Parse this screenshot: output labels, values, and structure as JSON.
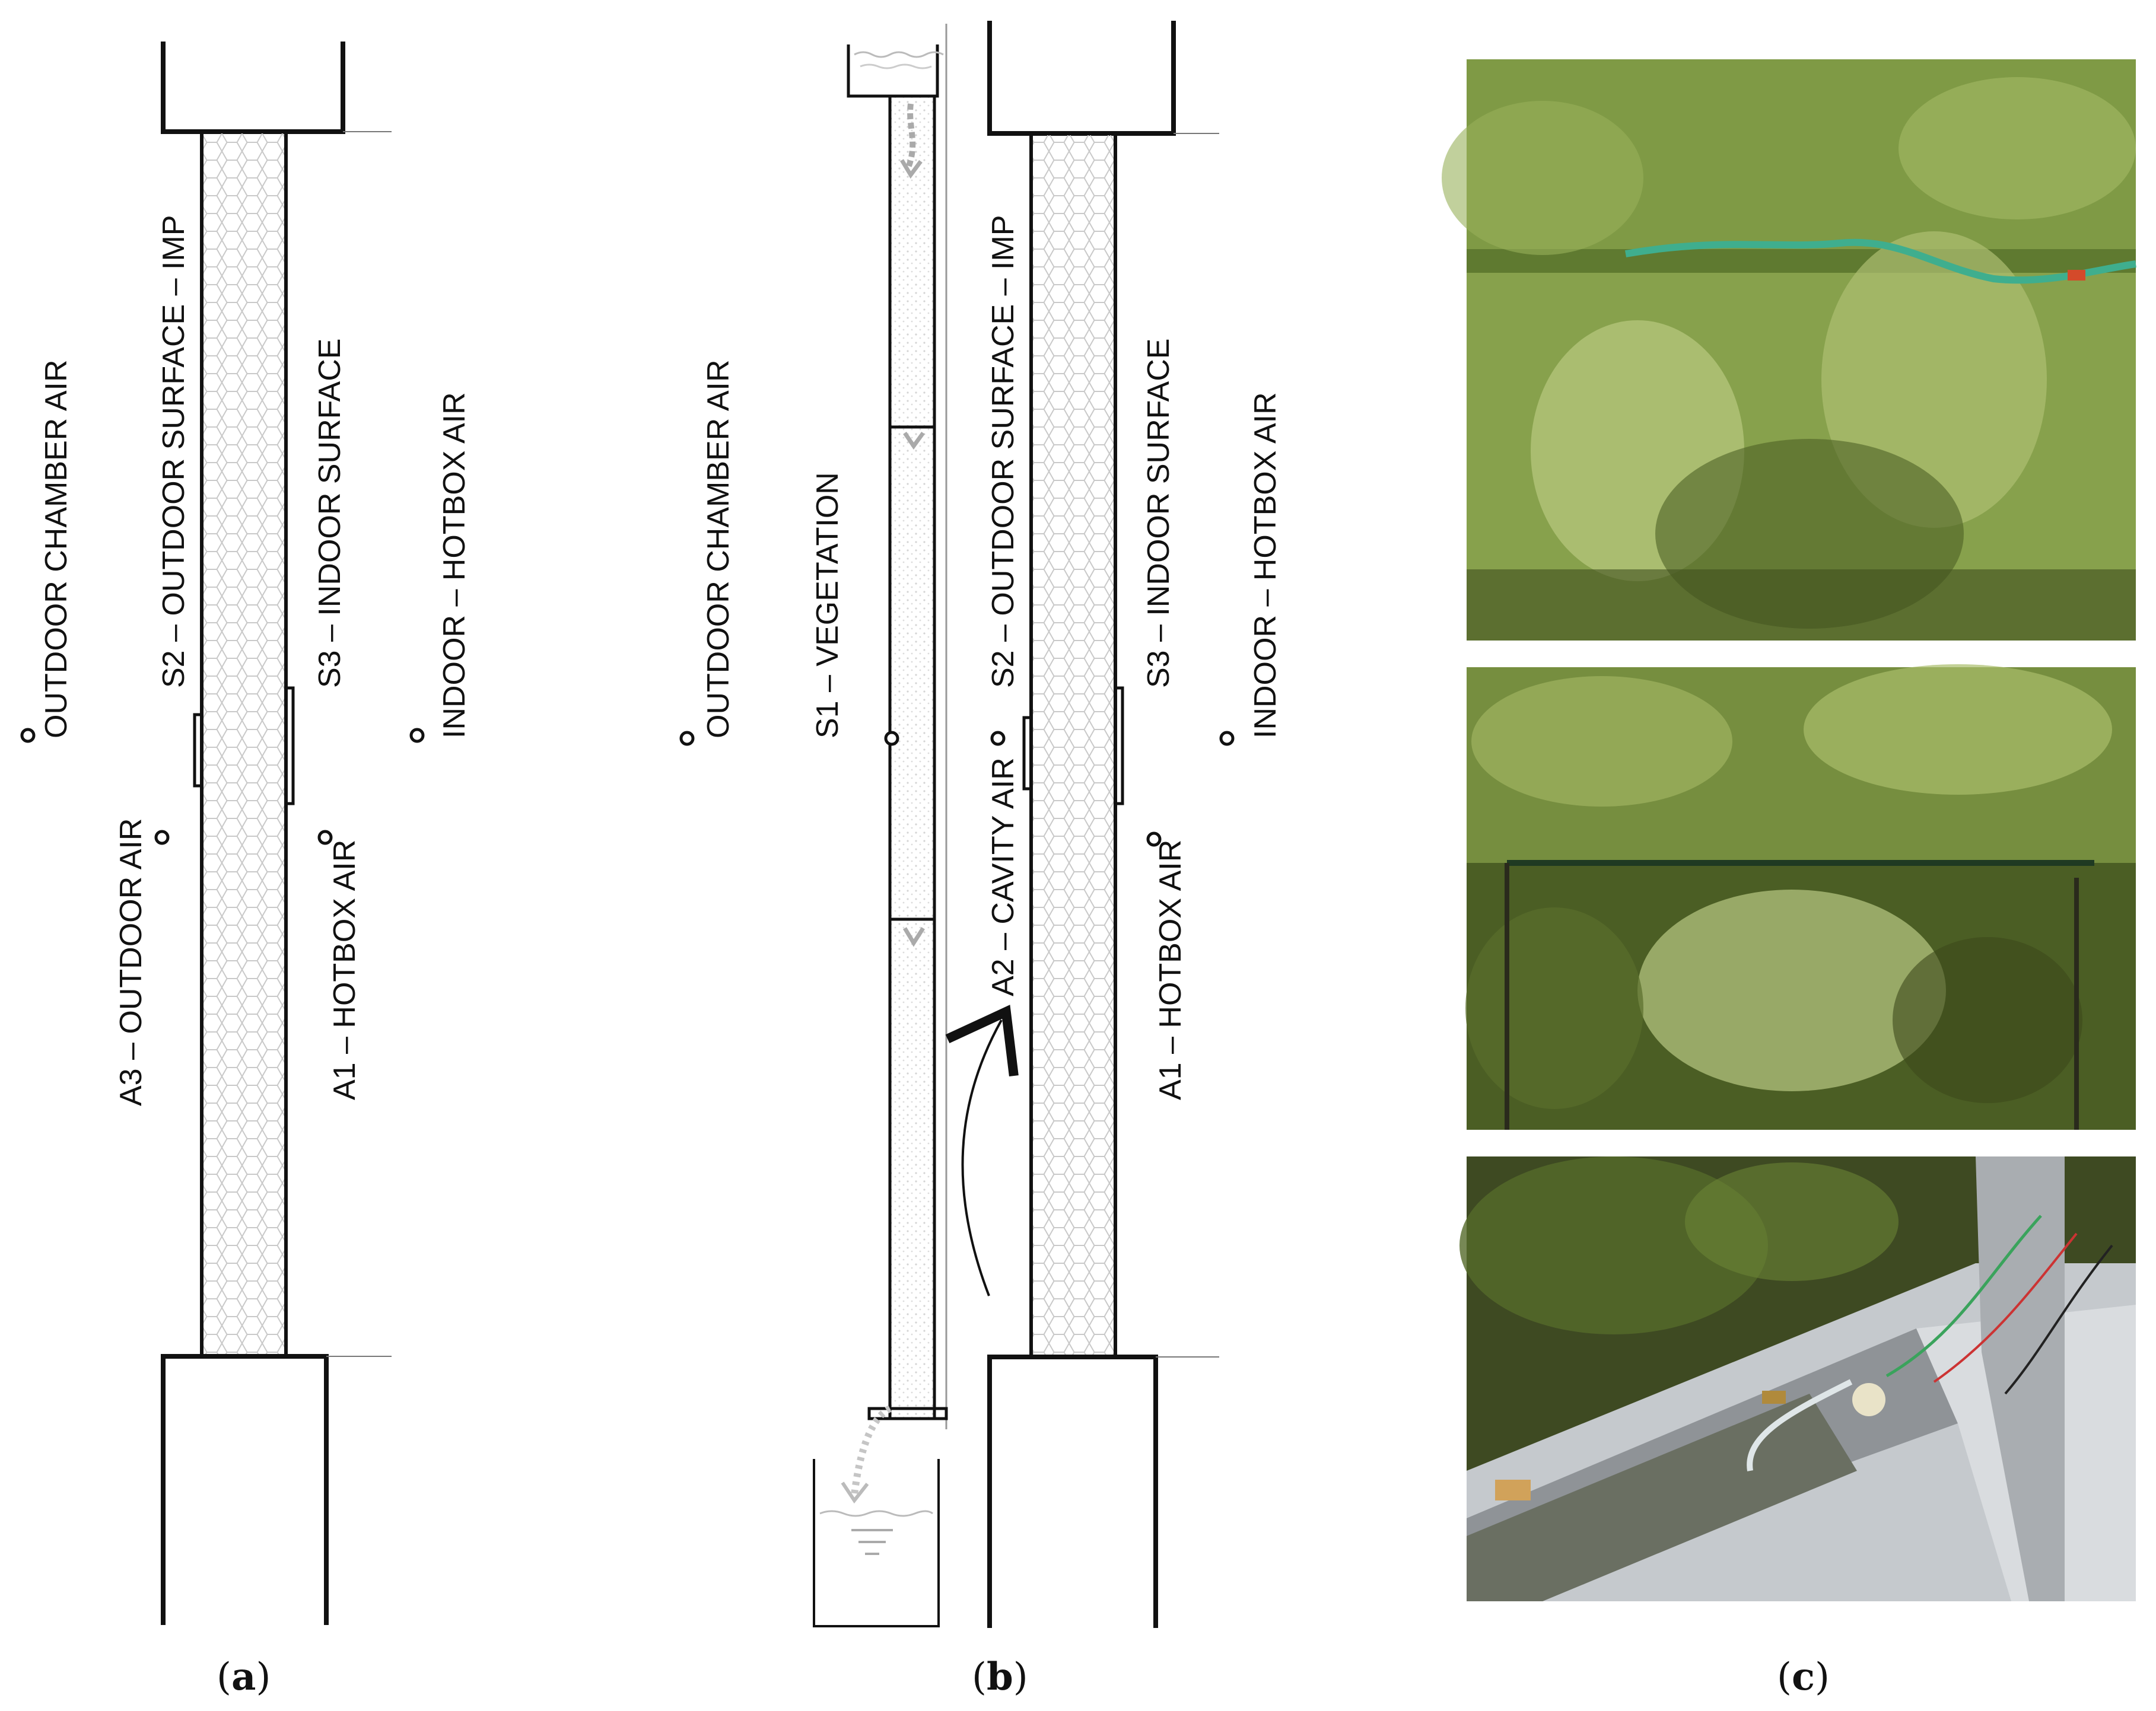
{
  "panels": {
    "a": {
      "caption_letter": "a",
      "labels": {
        "outdoor_chamber_air": "OUTDOOR CHAMBER AIR",
        "s2": "S2 – OUTDOOR SURFACE – IMP",
        "s3": "S3 – INDOOR SURFACE",
        "indoor_hotbox": "INDOOR – HOTBOX AIR",
        "a3": "A3 – OUTDOOR AIR",
        "a1": "A1 – HOTBOX AIR"
      }
    },
    "b": {
      "caption_letter": "b",
      "labels": {
        "outdoor_chamber_air": "OUTDOOR CHAMBER AIR",
        "s1": "S1 – VEGETATION",
        "s2": "S2 – OUTDOOR SURFACE – IMP",
        "a2": "A2 – CAVITY AIR",
        "s3": "S3 – INDOOR SURFACE",
        "indoor_hotbox": "INDOOR – HOTBOX AIR",
        "a1": "A1 – HOTBOX AIR"
      }
    },
    "c": {
      "caption_letter": "c",
      "photo_icons": [
        "vegetation-photo-top",
        "vegetation-photo-middle",
        "tray-photo-bottom"
      ]
    }
  },
  "colors": {
    "line": "#111111",
    "insulation_fill": "#efefef",
    "hex_pattern": "#c9c9c9",
    "vegetation_dark": "#3c4a22",
    "vegetation_mid": "#6f8a3a",
    "vegetation_light": "#a7bb6a",
    "hose": "#3fae8e",
    "metal": "#c9ccd0"
  }
}
